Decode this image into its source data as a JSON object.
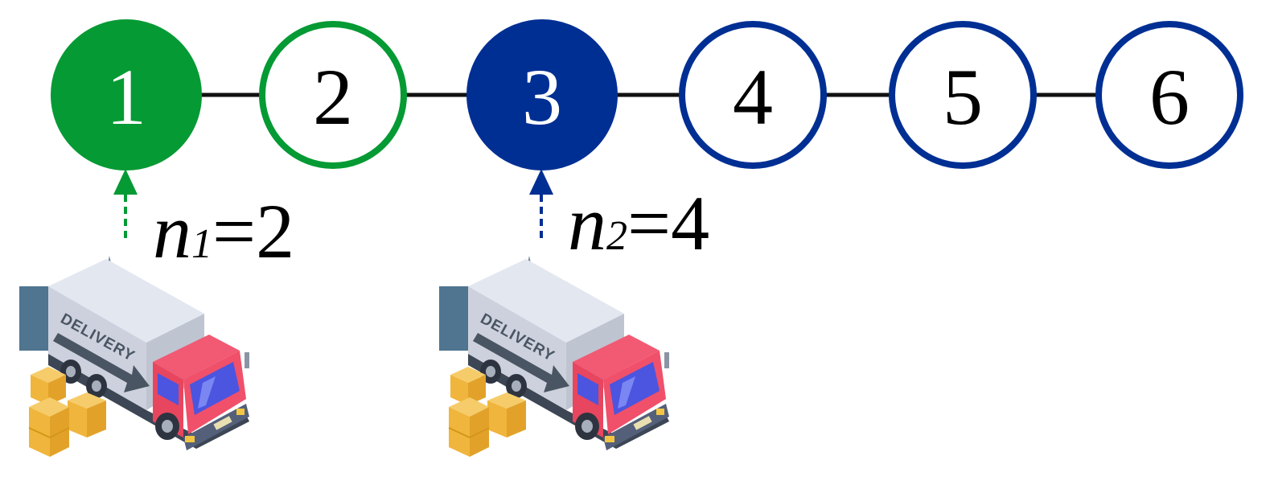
{
  "colors": {
    "green": "#059a34",
    "blue": "#002f93",
    "edge": "#111111",
    "text_dark": "#000000",
    "text_light": "#ffffff"
  },
  "nodes": [
    {
      "label": "1",
      "color": "green",
      "filled": true
    },
    {
      "label": "2",
      "color": "green",
      "filled": false
    },
    {
      "label": "3",
      "color": "blue",
      "filled": true
    },
    {
      "label": "4",
      "color": "blue",
      "filled": false
    },
    {
      "label": "5",
      "color": "blue",
      "filled": false
    },
    {
      "label": "6",
      "color": "blue",
      "filled": false
    }
  ],
  "assignments": [
    {
      "variable": "n",
      "subscript": "1",
      "equals": "=",
      "value": "2",
      "target_node": "1",
      "color": "green"
    },
    {
      "variable": "n",
      "subscript": "2",
      "equals": "=",
      "value": "4",
      "target_node": "3",
      "color": "blue"
    }
  ],
  "trucks": [
    {
      "side_text": "DELIVERY",
      "icon": "delivery-truck-icon"
    },
    {
      "side_text": "DELIVERY",
      "icon": "delivery-truck-icon"
    }
  ]
}
